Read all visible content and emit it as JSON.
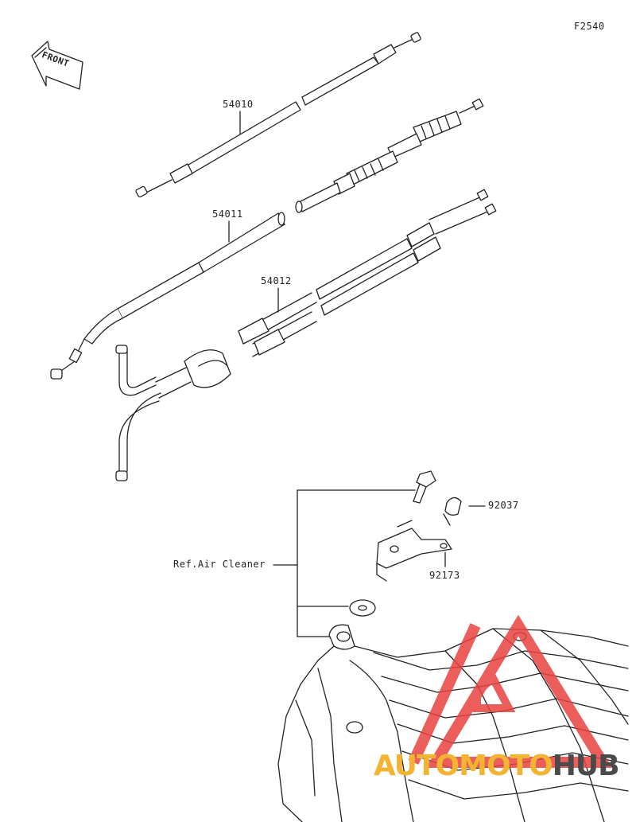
{
  "figure_code": "F2540",
  "front_arrow_text": "FRONT",
  "callouts": [
    {
      "id": "54010"
    },
    {
      "id": "54011"
    },
    {
      "id": "54012"
    },
    {
      "id": "92037"
    },
    {
      "id": "92173"
    }
  ],
  "reference_label": "Ref.Air Cleaner",
  "watermark": {
    "part1": "AUTOMOTO",
    "part2": "HUB"
  },
  "colors": {
    "line": "#222222",
    "watermark_red": "#e8423f",
    "watermark_yellow": "#f2b431",
    "watermark_gray": "#4a4a4a"
  }
}
